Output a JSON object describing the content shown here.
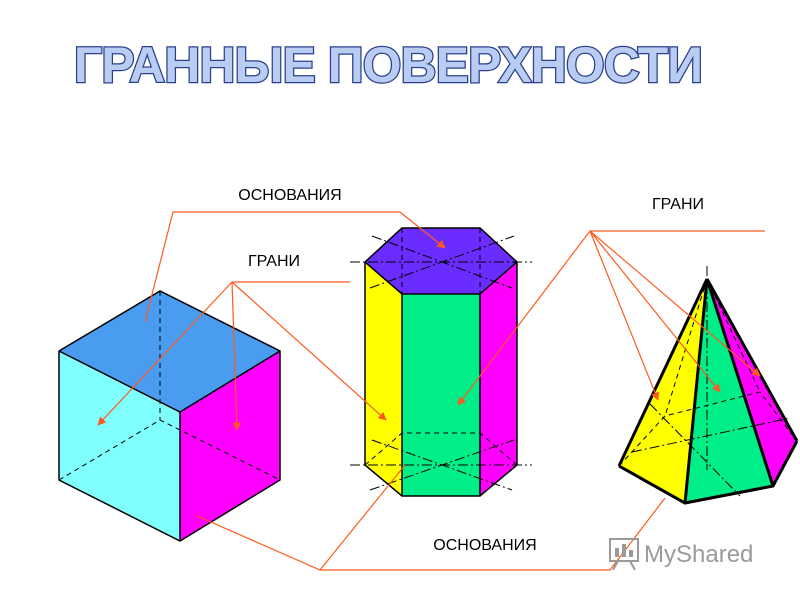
{
  "title": "ГРАННЫЕ ПОВЕРХНОСТИ",
  "labels": {
    "bases_top": "ОСНОВАНИЯ",
    "faces_left": "ГРАНИ",
    "faces_right": "ГРАНИ",
    "bases_bottom": "ОСНОВАНИЯ"
  },
  "watermark": "MyShared",
  "colors": {
    "title_fill": "#b9ccf2",
    "title_stroke": "#2b3f8c",
    "cube_top": "#4a9cf0",
    "cube_front": "#80ffff",
    "cube_side": "#ff00ff",
    "prism_top": "#6a2cff",
    "prism_left": "#ffff00",
    "prism_front": "#00ee88",
    "prism_right": "#ff00ff",
    "pyramid_yellow": "#ffff00",
    "pyramid_green": "#00ee88",
    "pyramid_magenta": "#ff00ff",
    "leader": "#ff5a1e"
  }
}
